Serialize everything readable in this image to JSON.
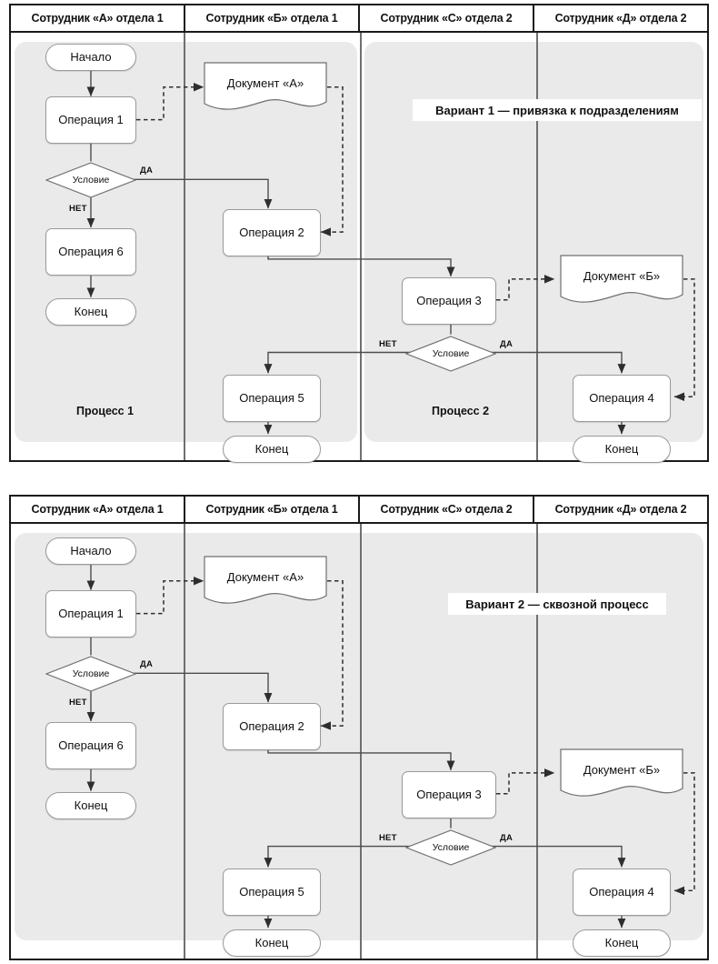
{
  "colors": {
    "frame_border": "#1a1a1a",
    "pool_fill": "#eaeaea",
    "node_fill": "#ffffff",
    "node_border": "#9a9a9a",
    "connector": "#4d4d4d",
    "lane_divider": "#6f6f6f",
    "text": "#111111"
  },
  "lane_headers": [
    "Сотрудник «А» отдела 1",
    "Сотрудник «Б» отдела 1",
    "Сотрудник «С» отдела 2",
    "Сотрудник «Д» отдела 2"
  ],
  "labels": {
    "start": "Начало",
    "end": "Конец",
    "condition": "Условие",
    "yes": "ДА",
    "no": "НЕТ",
    "op1": "Операция 1",
    "op2": "Операция 2",
    "op3": "Операция 3",
    "op4": "Операция 4",
    "op5": "Операция 5",
    "op6": "Операция 6",
    "docA": "Документ «А»",
    "docB": "Документ «Б»"
  },
  "diagram1": {
    "banner": "Вариант 1 — привязка к подразделениям",
    "pools": [
      {
        "label": "Процесс 1"
      },
      {
        "label": "Процесс 2"
      }
    ]
  },
  "diagram2": {
    "banner": "Вариант 2 — сквозной процесс",
    "pools": [
      {
        "label": ""
      }
    ]
  }
}
